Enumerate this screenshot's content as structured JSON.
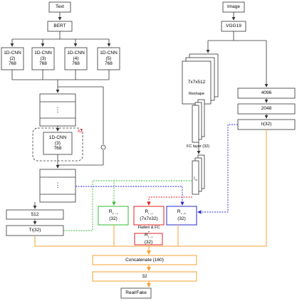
{
  "text_input": "Text",
  "bert": "BERT",
  "cnn_blocks": [
    {
      "l1": "1D-CNN",
      "l2": "(2)",
      "l3": "768"
    },
    {
      "l1": "1D-CNN",
      "l2": "(3)",
      "l3": "768"
    },
    {
      "l1": "1D-CNN",
      "l2": "(4)",
      "l3": "768"
    },
    {
      "l1": "1D-CNN",
      "l2": "(5)",
      "l3": "768"
    }
  ],
  "dots": "⋮",
  "inner_cnn": {
    "l1": "1D-CNN",
    "l2": "(3)",
    "l3": "768"
  },
  "repeat": "x2",
  "plus": "⊕",
  "dense_512": "512",
  "text_feature": {
    "main": "T",
    "sub": "f",
    "rest": " (32)"
  },
  "image_input": "Image",
  "vgg": "VGG19",
  "feature_map": "7x7x512",
  "reshape": "Reshape",
  "fc_layer": "FC layer (32)",
  "regions_label": {
    "main": "I",
    "sub": "rn"
  },
  "dense_4096": "4096",
  "dense_2048": "2048",
  "image_feature": {
    "main": "I",
    "sub": "f",
    "rest": " (32)"
  },
  "attn_t_i": {
    "main": "R",
    "sub": "T→I",
    "size": "(32)"
  },
  "attn_i_i": {
    "main": "R",
    "sub": "I→I",
    "size": "(7x7x32)"
  },
  "attn_i_t": {
    "main": "R",
    "sub": "I→T",
    "size": "(32)"
  },
  "flatten": "Flatten & FC",
  "attn_i_i_fc": {
    "main": "R",
    "sub": "I→I",
    "size": "(32)"
  },
  "concatenate": "Concatenate (160)",
  "dense_32": "32",
  "output": "Real/Fake",
  "colors": {
    "orange": "#f5a030",
    "green": "#33bb33",
    "red": "#e02020",
    "blue": "#2a2ad0",
    "gray": "#555555"
  }
}
